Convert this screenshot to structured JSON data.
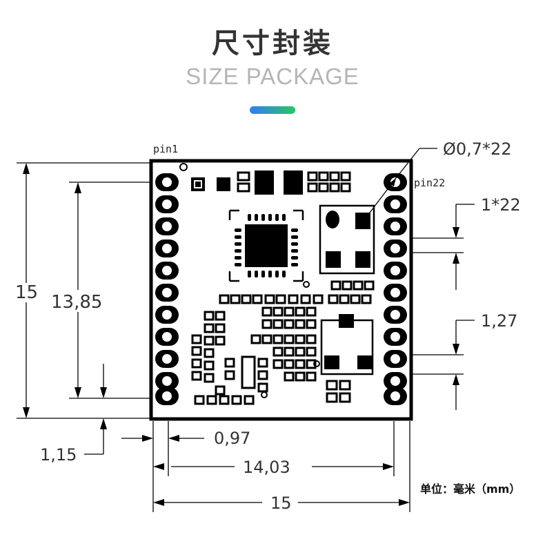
{
  "header": {
    "title": "尺寸封装",
    "subtitle": "SIZE PACKAGE",
    "accent_gradient": [
      "#2f7df6",
      "#29c75f"
    ]
  },
  "pins": {
    "first": "pin1",
    "last": "pin22",
    "per_side": 11
  },
  "dimensions": {
    "hole_spec": "Ø0,7*22",
    "pad_spec": "1*22",
    "pitch": "1,27",
    "height_total": "15",
    "height_pins": "13,85",
    "bottom_offset": "1,15",
    "side_offset": "0,97",
    "width_pins": "14,03",
    "width_total": "15"
  },
  "unit_note": "单位：毫米（mm）",
  "colors": {
    "ink": "#000000",
    "text": "#333333",
    "subtitle": "#b5b5b5"
  }
}
